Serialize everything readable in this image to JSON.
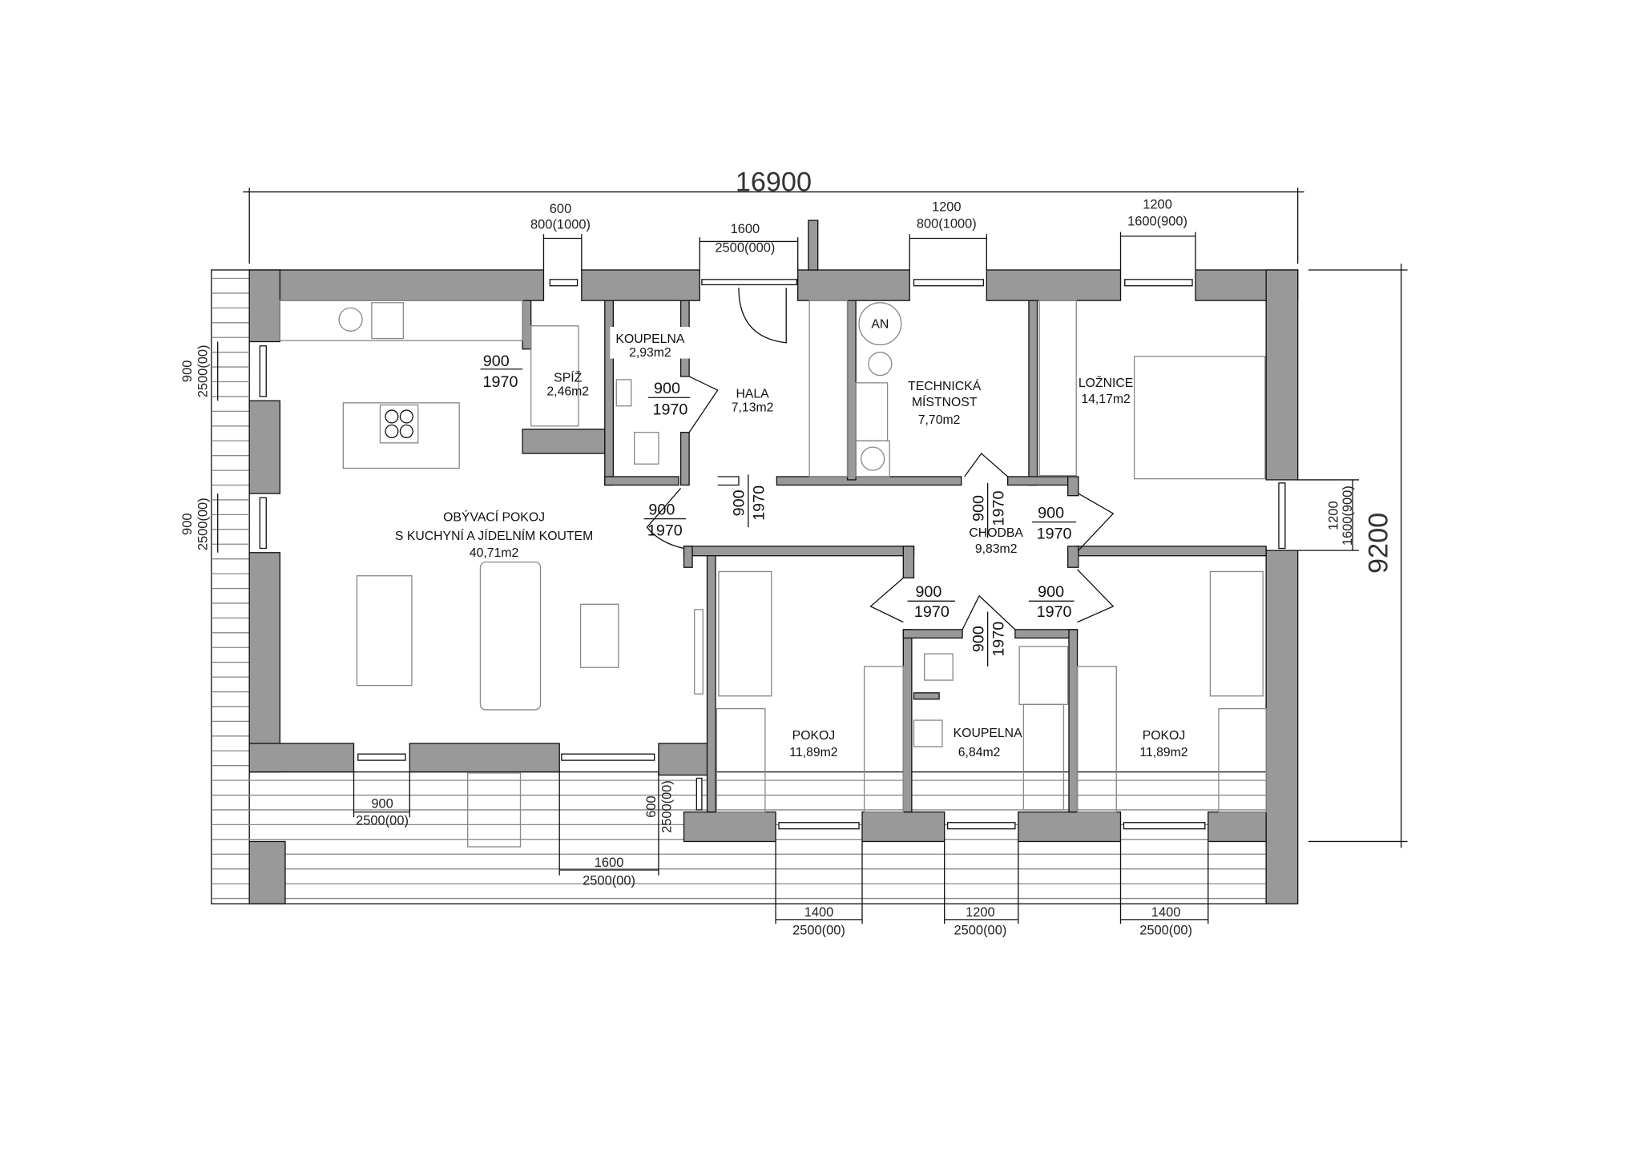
{
  "overall": {
    "width": "16900",
    "depth": "9200"
  },
  "rooms": {
    "koupelna_small": {
      "name": "KOUPELNA",
      "area": "2,93m2"
    },
    "spiz": {
      "name": "SPÍŽ",
      "area": "2,46m2"
    },
    "hala": {
      "name": "HALA",
      "area": "7,13m2"
    },
    "technicka": {
      "name1": "TECHNICKÁ",
      "name2": "MÍSTNOST",
      "area": "7,70m2"
    },
    "loznice": {
      "name": "LOŽNICE",
      "area": "14,17m2"
    },
    "obyvaci": {
      "name1": "OBÝVACÍ POKOJ",
      "name2": "S KUCHYNÍ A JÍDELNÍM KOUTEM",
      "area": "40,71m2"
    },
    "chodba": {
      "name": "CHODBA",
      "area": "9,83m2"
    },
    "pokoj1": {
      "name": "POKOJ",
      "area": "11,89m2"
    },
    "koupelna_big": {
      "name": "KOUPELNA",
      "area": "6,84m2"
    },
    "pokoj2": {
      "name": "POKOJ",
      "area": "11,89m2"
    },
    "boiler_label": "AN"
  },
  "windows": {
    "top1": {
      "w": "600",
      "h": "800(1000)"
    },
    "top2": {
      "w": "1600",
      "h": "2500(000)"
    },
    "top3": {
      "w": "1200",
      "h": "800(1000)"
    },
    "top4": {
      "w": "1200",
      "h": "1600(900)"
    },
    "right1": {
      "w": "1200",
      "h": "1600(900)"
    },
    "left1": {
      "w": "900",
      "h": "2500(00)"
    },
    "left2": {
      "w": "900",
      "h": "2500(00)"
    },
    "bottom1": {
      "w": "900",
      "h": "2500(00)"
    },
    "bottom2": {
      "w": "1600",
      "h": "2500(00)"
    },
    "side600": {
      "w": "600",
      "h": "2500(00)"
    },
    "bottom3": {
      "w": "1400",
      "h": "2500(00)"
    },
    "bottom4": {
      "w": "1200",
      "h": "2500(00)"
    },
    "bottom5": {
      "w": "1400",
      "h": "2500(00)"
    }
  },
  "door": {
    "w": "900",
    "h": "1970"
  }
}
